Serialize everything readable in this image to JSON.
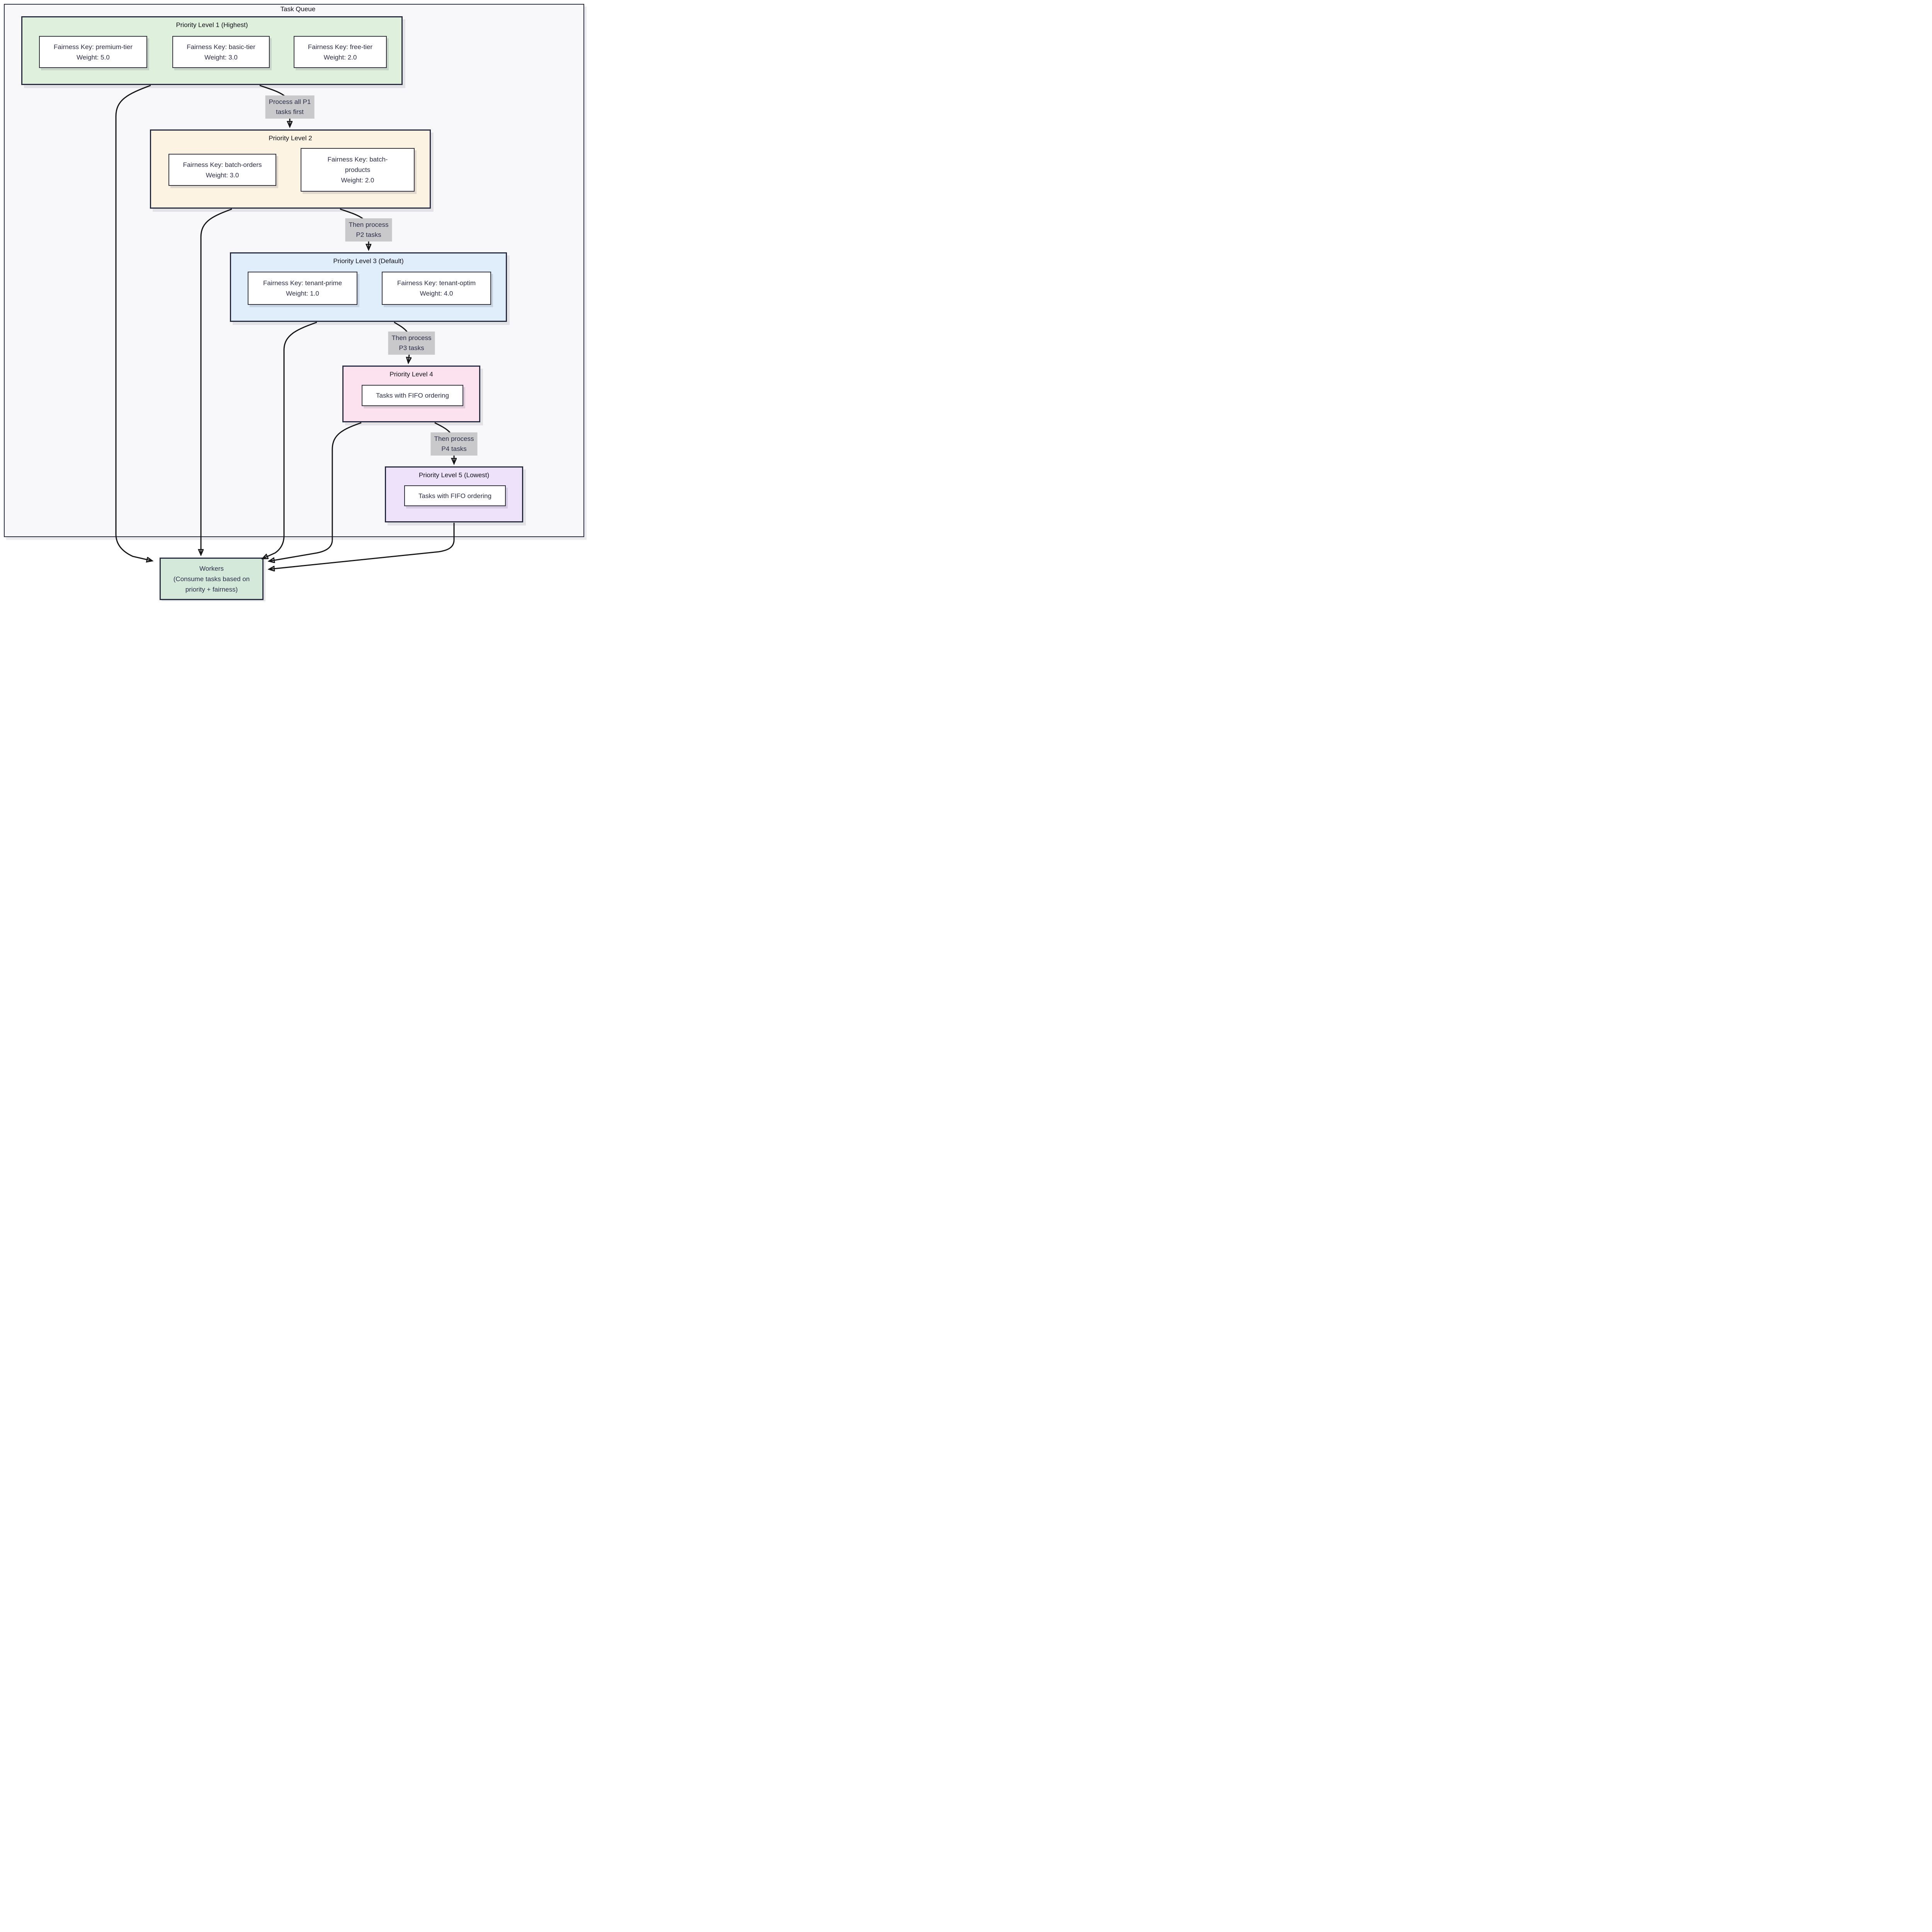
{
  "diagram": {
    "title": "Task Queue",
    "levels": [
      {
        "id": "p1",
        "title": "Priority Level 1 (Highest)",
        "nodes": [
          {
            "lines": [
              "Fairness Key: premium-tier",
              "Weight: 5.0"
            ]
          },
          {
            "lines": [
              "Fairness Key: basic-tier",
              "Weight: 3.0"
            ]
          },
          {
            "lines": [
              "Fairness Key: free-tier",
              "Weight: 2.0"
            ]
          }
        ]
      },
      {
        "id": "p2",
        "title": "Priority Level 2",
        "nodes": [
          {
            "lines": [
              "Fairness Key: batch-orders",
              "Weight: 3.0"
            ]
          },
          {
            "lines": [
              "Fairness Key: batch-",
              "products",
              "Weight: 2.0"
            ]
          }
        ]
      },
      {
        "id": "p3",
        "title": "Priority Level 3 (Default)",
        "nodes": [
          {
            "lines": [
              "Fairness Key: tenant-prime",
              "Weight: 1.0"
            ]
          },
          {
            "lines": [
              "Fairness Key: tenant-optim",
              "Weight: 4.0"
            ]
          }
        ]
      },
      {
        "id": "p4",
        "title": "Priority Level 4",
        "nodes": [
          {
            "lines": [
              "Tasks with FIFO ordering"
            ]
          }
        ]
      },
      {
        "id": "p5",
        "title": "Priority Level 5 (Lowest)",
        "nodes": [
          {
            "lines": [
              "Tasks with FIFO ordering"
            ]
          }
        ]
      }
    ],
    "edge_labels": [
      {
        "lines": [
          "Process all P1",
          "tasks first"
        ]
      },
      {
        "lines": [
          "Then process",
          "P2 tasks"
        ]
      },
      {
        "lines": [
          "Then process",
          "P3 tasks"
        ]
      },
      {
        "lines": [
          "Then process",
          "P4 tasks"
        ]
      }
    ],
    "workers": {
      "lines": [
        "Workers",
        "(Consume tasks based on",
        "priority + fairness)"
      ]
    },
    "colors": {
      "p1_fill": "#dff0dd",
      "p2_fill": "#fdf3e2",
      "p3_fill": "#e0eefc",
      "p4_fill": "#fce2ee",
      "p5_fill": "#ede2fa",
      "workers_fill": "#d5e9da",
      "container_fill": "#f8f8fb",
      "border": "#272b40",
      "edge": "#141417",
      "edge_label_bg": "#c9c9cb"
    }
  }
}
